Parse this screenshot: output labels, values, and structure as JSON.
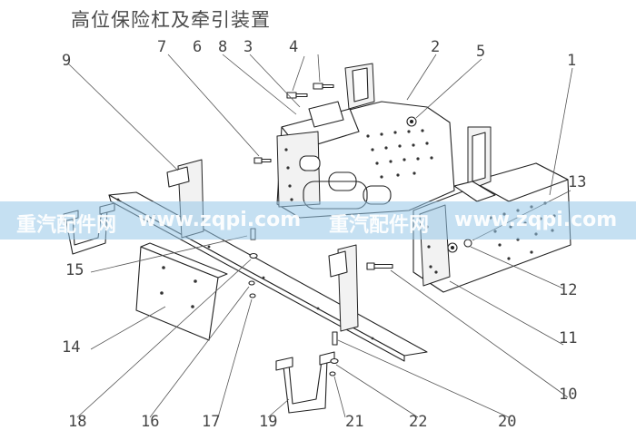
{
  "title": "高位保险杠及牵引装置",
  "watermark": {
    "left": "重汽配件网",
    "left_url": "www.zqpi.com",
    "right": "重汽配件网",
    "right_url": "www.zqpi.com"
  },
  "callouts": [
    "1",
    "2",
    "3",
    "4",
    "5",
    "6",
    "7",
    "8",
    "9",
    "10",
    "11",
    "12",
    "13",
    "14",
    "15",
    "16",
    "17",
    "18",
    "19",
    "20",
    "21",
    "22"
  ]
}
